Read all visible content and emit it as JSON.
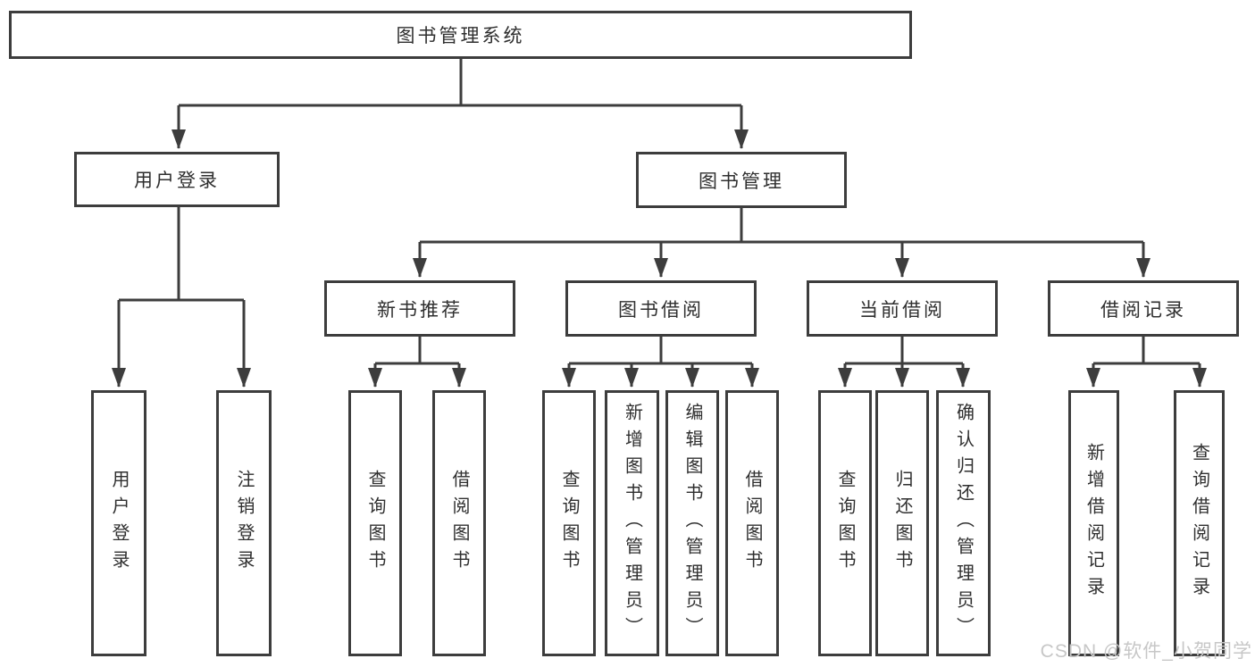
{
  "diagram_title": "图书管理系统",
  "tree": {
    "label": "图书管理系统",
    "children": [
      {
        "label": "用户登录",
        "children": [
          {
            "label": "用户登录"
          },
          {
            "label": "注销登录"
          }
        ]
      },
      {
        "label": "图书管理",
        "children": [
          {
            "label": "新书推荐",
            "children": [
              {
                "label": "查询图书"
              },
              {
                "label": "借阅图书"
              }
            ]
          },
          {
            "label": "图书借阅",
            "children": [
              {
                "label": "查询图书"
              },
              {
                "label": "新增图书（管理员）"
              },
              {
                "label": "编辑图书（管理员）"
              },
              {
                "label": "借阅图书"
              }
            ]
          },
          {
            "label": "当前借阅",
            "children": [
              {
                "label": "查询图书"
              },
              {
                "label": "归还图书"
              },
              {
                "label": "确认归还（管理员）"
              }
            ]
          },
          {
            "label": "借阅记录",
            "children": [
              {
                "label": "新增借阅记录"
              },
              {
                "label": "查询借阅记录"
              }
            ]
          }
        ]
      }
    ]
  },
  "watermark": "CSDN @软件_小贺同学",
  "colors": {
    "line": "#3d3d3d",
    "text": "#2f2f2f",
    "watermark": "#c7c7c7",
    "background": "#ffffff"
  }
}
